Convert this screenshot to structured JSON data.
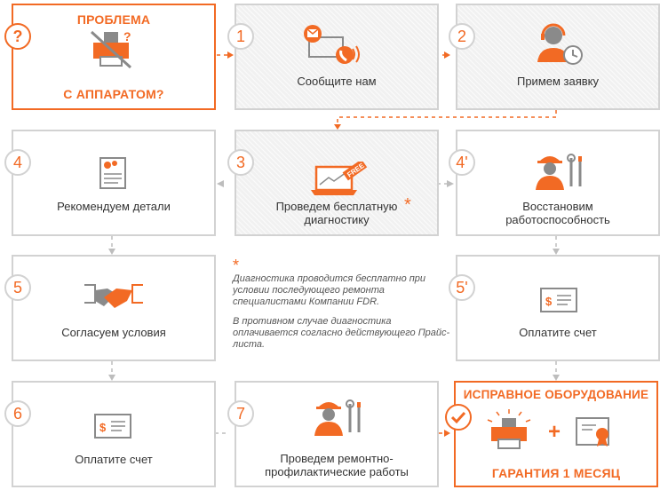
{
  "start": {
    "number": "?",
    "title_top": "ПРОБЛЕМА",
    "title_bottom": "С АППАРАТОМ?"
  },
  "steps": [
    {
      "number": "1",
      "label": "Сообщите нам"
    },
    {
      "number": "2",
      "label": "Примем заявку"
    },
    {
      "number": "3",
      "label_line1": "Проведем  бесплатную",
      "label_line2": "диагностику",
      "asterisk": "*",
      "badge": "FREE"
    },
    {
      "number": "4",
      "label": "Рекомендуем детали"
    },
    {
      "number": "4'",
      "label_line1": "Восстановим",
      "label_line2": "работоспособность"
    },
    {
      "number": "5",
      "label": "Согласуем условия"
    },
    {
      "number": "5'",
      "label": "Оплатите счет"
    },
    {
      "number": "6",
      "label": "Оплатите счет"
    },
    {
      "number": "7",
      "label_line1": "Проведем ремонтно-",
      "label_line2": "профилактические работы"
    }
  ],
  "result": {
    "title_top": "ИСПРАВНОЕ ОБОРУДОВАНИЕ",
    "title_bottom": "ГАРАНТИЯ 1 МЕСЯЦ",
    "plus": "+"
  },
  "note": {
    "star": "*",
    "paragraph1": "Диагностика проводится бесплатно при условии последующего ремонта специалистами Компании FDR.",
    "paragraph2": "В противном случае диагностика оплачивается согласно действующего Прайс-листа."
  },
  "invoice_currency": "$",
  "colors": {
    "accent": "#f26a24",
    "border": "#d2d2d2",
    "connector": "#bdbdbd",
    "icon_gray": "#8a8a8a"
  }
}
